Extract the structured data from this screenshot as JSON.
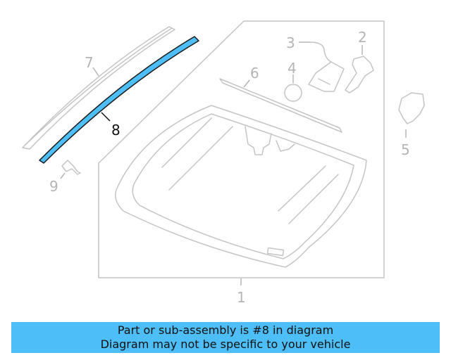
{
  "callouts": {
    "c1": "1",
    "c2": "2",
    "c3": "3",
    "c4": "4",
    "c5": "5",
    "c6": "6",
    "c7": "7",
    "c8": "8",
    "c9": "9"
  },
  "highlight_part": "8",
  "colors": {
    "highlight": "#4dbef7",
    "outline": "#c4c4c4",
    "banner": "#4dbef7"
  },
  "banner": {
    "line1": "Part or sub-assembly is #8 in diagram",
    "line2": "Diagram may not be specific to your vehicle"
  }
}
